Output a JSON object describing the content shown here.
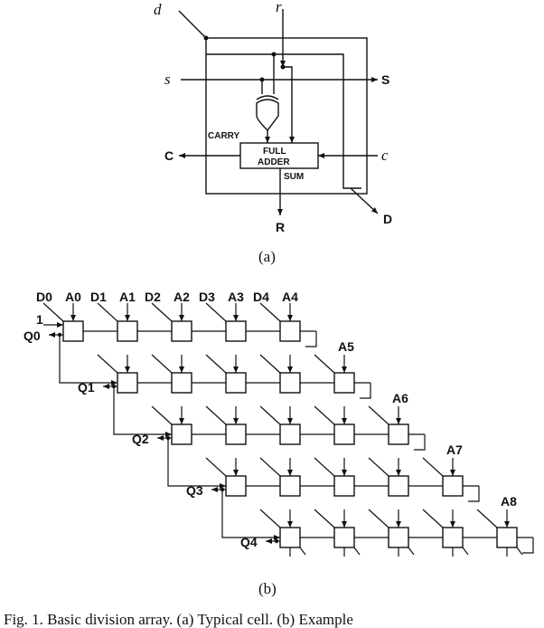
{
  "cell": {
    "inputs": {
      "d": "d",
      "r": "r",
      "s": "s",
      "c": "c"
    },
    "outputs": {
      "S": "S",
      "R": "R",
      "C": "C",
      "D": "D"
    },
    "carry_label": "CARRY",
    "adder_line1": "FULL",
    "adder_line2": "ADDER",
    "sum_label": "SUM",
    "caption": "(a)"
  },
  "array": {
    "top_labels": [
      "D0",
      "A0",
      "D1",
      "A1",
      "D2",
      "A2",
      "D3",
      "A3",
      "D4",
      "A4"
    ],
    "side_A_labels": [
      "A5",
      "A6",
      "A7",
      "A8"
    ],
    "q_labels": [
      "Q0",
      "Q1",
      "Q2",
      "Q3",
      "Q4"
    ],
    "one_label": "1",
    "caption": "(b)"
  },
  "figure_caption": "Fig. 1.   Basic division array. (a) Typical cell. (b) Example"
}
